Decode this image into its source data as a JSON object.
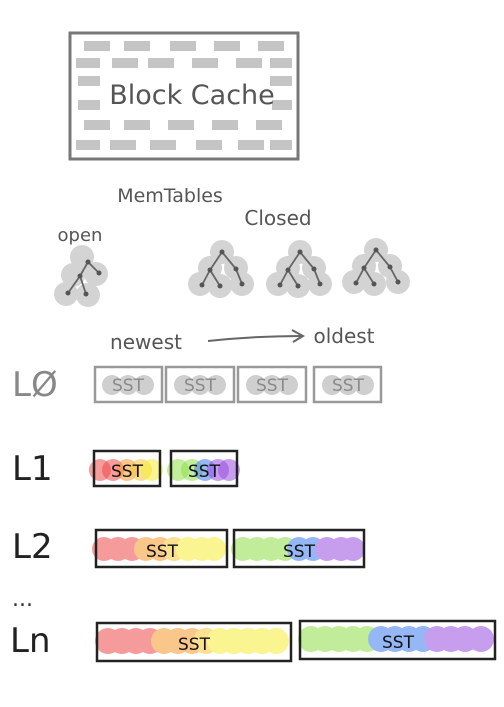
{
  "block_cache": {
    "label": "Block Cache"
  },
  "memtables": {
    "title": "MemTables",
    "open_label": "open",
    "closed_label": "Closed"
  },
  "ordering": {
    "newest": "newest",
    "oldest": "oldest"
  },
  "levels": [
    {
      "label": "LØ",
      "sst_label": "SST",
      "count": 4
    },
    {
      "label": "L1",
      "sst_label": "SST",
      "count": 2
    },
    {
      "label": "L2",
      "sst_label": "SST",
      "count": 2
    },
    {
      "label": "...",
      "sst_label": "",
      "count": 0
    },
    {
      "label": "Ln",
      "sst_label": "SST",
      "count": 2
    }
  ],
  "colors": {
    "grey": "#9a9a9a",
    "red": "#ef4b4b",
    "orange": "#f79a2e",
    "yellow": "#f6ec38",
    "green": "#8fe04a",
    "blue": "#3f7ef0",
    "purple": "#9a4fe0"
  }
}
